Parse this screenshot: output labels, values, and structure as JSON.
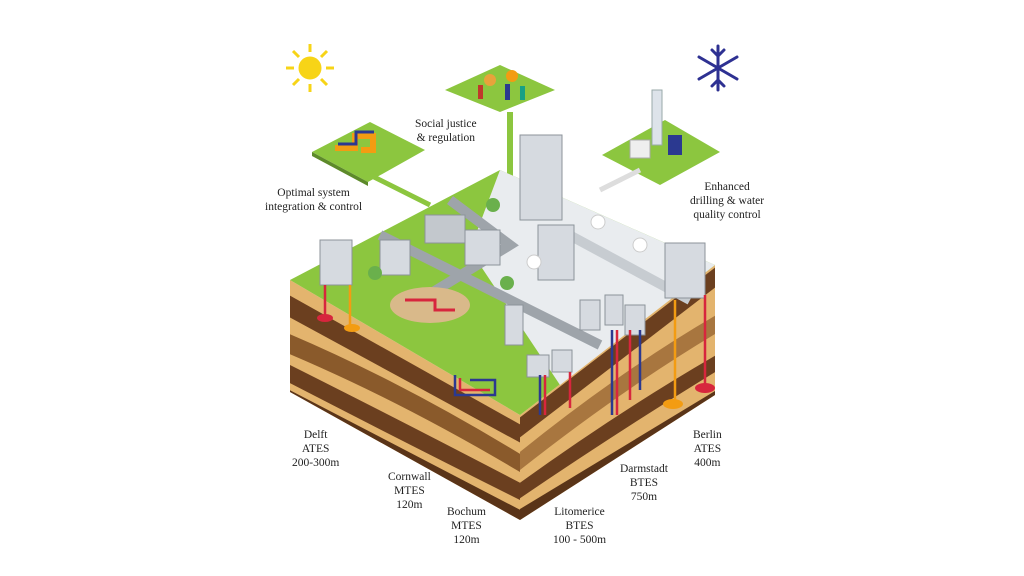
{
  "top_labels": {
    "social": [
      "Social justice",
      "& regulation"
    ],
    "integration": [
      "Optimal system",
      "integration  & control"
    ],
    "drilling": [
      "Enhanced",
      "drilling  & water",
      "quality  control"
    ]
  },
  "sites": [
    {
      "city": "Delft",
      "type": "ATES",
      "depth": "200-300m"
    },
    {
      "city": "Cornwall",
      "type": "MTES",
      "depth": "120m"
    },
    {
      "city": "Bochum",
      "type": "MTES",
      "depth": "120m"
    },
    {
      "city": "Litomerice",
      "type": "BTES",
      "depth": "100 - 500m"
    },
    {
      "city": "Darmstadt",
      "type": "BTES",
      "depth": "750m"
    },
    {
      "city": "Berlin",
      "type": "ATES",
      "depth": "400m"
    }
  ],
  "colors": {
    "grass": "#8cc63f",
    "soil_dark": "#6b3f1f",
    "soil_light": "#e3b46e",
    "sun": "#f7d417",
    "snow": "#2e3192",
    "hot": "#d7263d",
    "cold": "#2b3990"
  }
}
